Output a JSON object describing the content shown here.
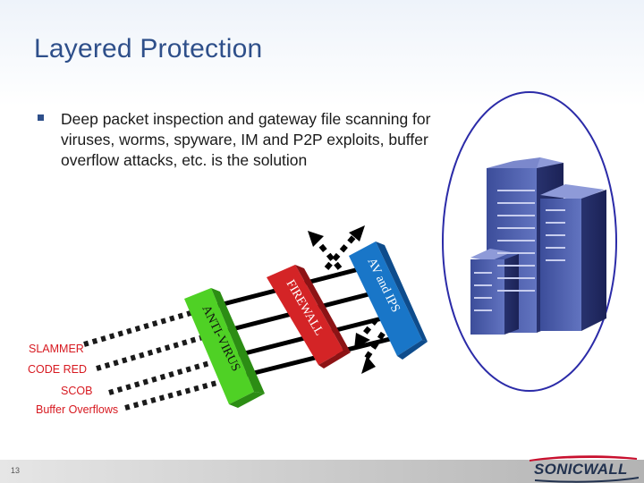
{
  "slide": {
    "title": "Layered Protection",
    "bullet": "Deep packet inspection and gateway file scanning for viruses, worms, spyware, IM and P2P exploits, buffer overflow attacks, etc. is the solution",
    "page_number": "13"
  },
  "diagram": {
    "layers": [
      {
        "label": "ANTI-VIRUS",
        "color": "#4fd125"
      },
      {
        "label": "FIREWALL",
        "color": "#d42426"
      },
      {
        "label": "AV and IPS",
        "color": "#1976c8"
      }
    ],
    "threats": [
      "SLAMMER",
      "CODE RED",
      "SCOB",
      "Buffer Overflows"
    ],
    "threat_color": "#d71920"
  },
  "brand": {
    "logo_text": "SONICWALL",
    "accent_color": "#2e4f8a"
  }
}
